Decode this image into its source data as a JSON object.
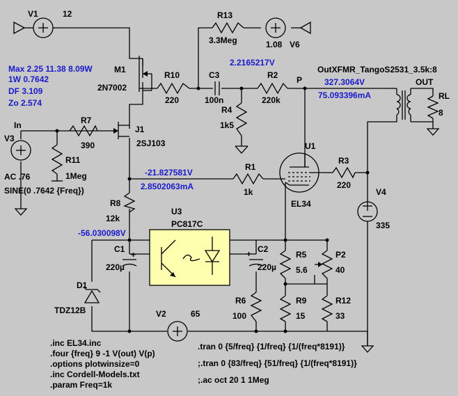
{
  "components": {
    "V1": {
      "name": "V1",
      "value": "12"
    },
    "R13": {
      "name": "R13",
      "value": "3.3Meg"
    },
    "V6": {
      "name": "V6",
      "value": "1.08"
    },
    "M1": {
      "name": "M1",
      "model": "2N7002"
    },
    "R10": {
      "name": "R10",
      "value": "220"
    },
    "C3": {
      "name": "C3",
      "value": "100n"
    },
    "R2": {
      "name": "R2",
      "value": "220k"
    },
    "R4": {
      "name": "R4",
      "value": "1k5"
    },
    "R7": {
      "name": "R7",
      "value": "390"
    },
    "J1": {
      "name": "J1",
      "model": "2SJ103"
    },
    "V3": {
      "name": "V3",
      "ac": "AC .76",
      "sine": "SINE(0 .7642 {Freq})"
    },
    "In": {
      "name": "In"
    },
    "R11": {
      "name": "R11",
      "value": "1Meg"
    },
    "R1": {
      "name": "R1",
      "value": "1k"
    },
    "U1": {
      "name": "U1",
      "model": "EL34"
    },
    "R3": {
      "name": "R3",
      "value": "220"
    },
    "V4": {
      "name": "V4",
      "value": "335"
    },
    "OUT": {
      "name": "OUT"
    },
    "RL": {
      "name": "RL",
      "value": "8"
    },
    "transformer": {
      "name": "OutXFMR_TangoS2531_3.5k:8"
    },
    "P": {
      "name": "P"
    },
    "R8": {
      "name": "R8",
      "value": "12k"
    },
    "U3": {
      "name": "U3",
      "model": "PC817C"
    },
    "C1": {
      "name": "C1",
      "value": "220µ"
    },
    "C2": {
      "name": "C2",
      "value": "220µ"
    },
    "R5": {
      "name": "R5",
      "value": "5.6"
    },
    "P2": {
      "name": "P2",
      "value": "40"
    },
    "D1": {
      "name": "D1",
      "model": "TDZ12B"
    },
    "R6": {
      "name": "R6",
      "value": "100"
    },
    "R9": {
      "name": "R9",
      "value": "15"
    },
    "R12": {
      "name": "R12",
      "value": "33"
    },
    "V2": {
      "name": "V2",
      "value": "65"
    }
  },
  "measurements": {
    "max": "Max 2.25  11.38  8.09W",
    "w1": "1W 0.7642",
    "df": "DF  3.109",
    "zo": "Zo  2.574",
    "node_r2": "2.2165217V",
    "plate_v": "327.3064V",
    "plate_i": "75.093396mA",
    "grid_v": "-21.827581V",
    "grid_i": "2.8502063mA",
    "neg_v": "-56.030098V"
  },
  "directives": {
    "inc1": ".inc EL34.inc",
    "four": ".four {freq} 9 -1 V(out) V(p)",
    "opt": ".options plotwinsize=0",
    "inc2": ".inc Cordell-Models.txt",
    "param": ".param Freq=1k",
    "tran1": ".tran 0 {5/freq} {1/freq} {1/(freq*8191)}",
    "tran2": ";.tran 0 {83/freq} {51/freq} {1/(freq*8191)}",
    "ac": ";.ac oct 20 1 1Meg"
  },
  "colors": {
    "background": "#c8c8c8",
    "wire": "#000000",
    "annotation": "#1a1acc",
    "optocoupler": "#ffffb0"
  }
}
